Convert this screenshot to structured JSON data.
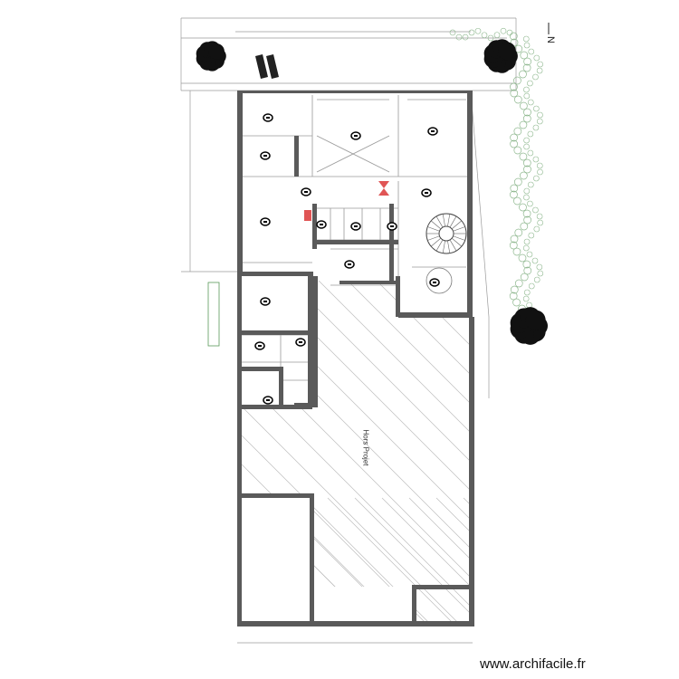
{
  "plan": {
    "zone_label": "Hors Projet",
    "north_label": "N",
    "watermark": "www.archifacile.fr",
    "colors": {
      "wall": "#5a5a5a",
      "hatch": "#bdbdbd",
      "vegetation": "#8fb88f",
      "tree": "#111111",
      "marker": "#e05555",
      "thin": "#9a9a9a"
    }
  }
}
